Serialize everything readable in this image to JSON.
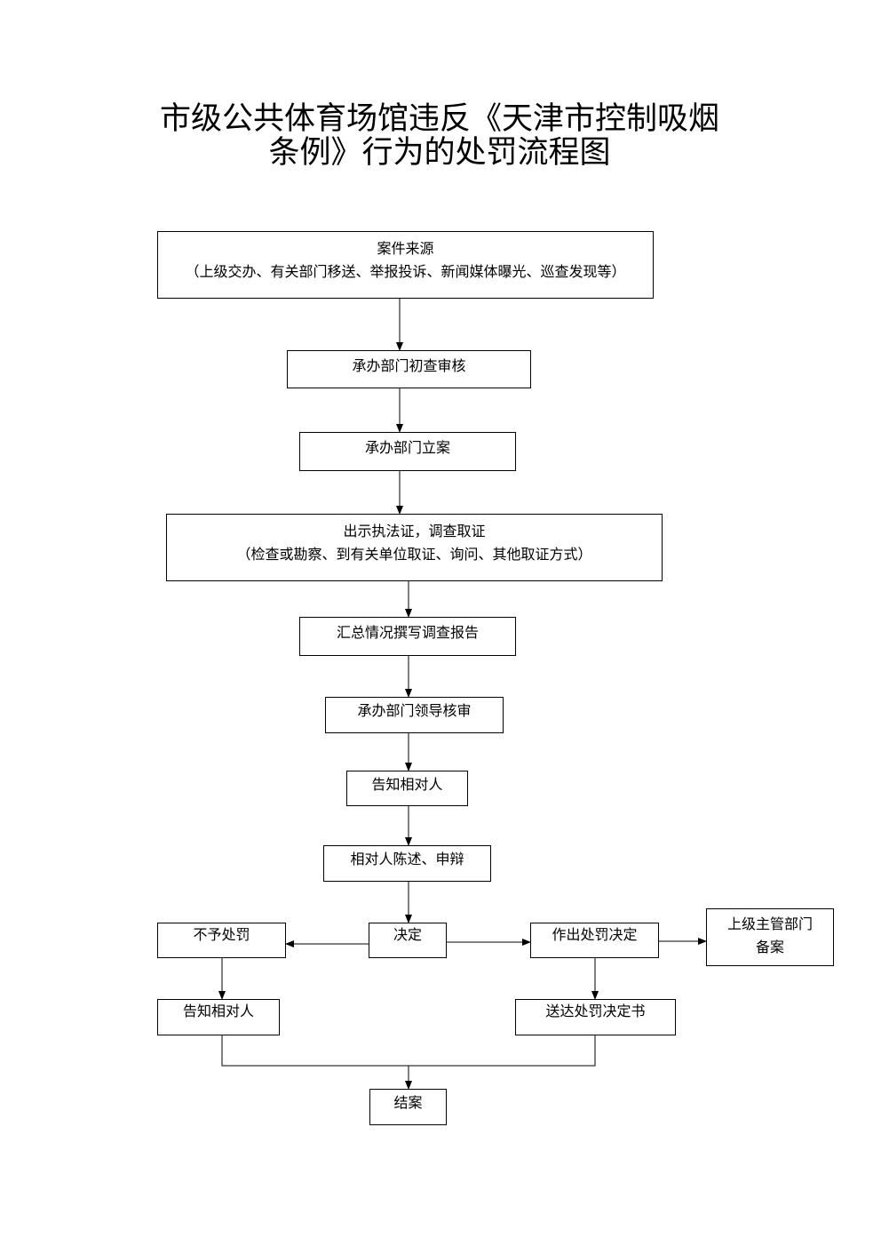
{
  "title": {
    "line1": "市级公共体育场馆违反《天津市控制吸烟",
    "line2": "条例》行为的处罚流程图"
  },
  "nodes": {
    "case_source": {
      "label": "案件来源",
      "detail": "（上级交办、有关部门移送、举报投诉、新闻媒体曝光、巡查发现等）"
    },
    "initial_review": {
      "label": "承办部门初查审核"
    },
    "file_case": {
      "label": "承办部门立案"
    },
    "investigate": {
      "label": "出示执法证，调查取证",
      "detail": "（检查或勘察、到有关单位取证、询问、其他取证方式）"
    },
    "report": {
      "label": "汇总情况撰写调查报告"
    },
    "leader_review": {
      "label": "承办部门领导核审"
    },
    "notify_party": {
      "label": "告知相对人"
    },
    "statement": {
      "label": "相对人陈述、申辩"
    },
    "decision": {
      "label": "决定"
    },
    "no_penalty": {
      "label": "不予处罚"
    },
    "make_penalty": {
      "label": "作出处罚决定"
    },
    "superior_filing": {
      "line1": "上级主管部门",
      "line2": "备案"
    },
    "notify_party_2": {
      "label": "告知相对人"
    },
    "deliver": {
      "label": "送达处罚决定书"
    },
    "close_case": {
      "label": "结案"
    }
  }
}
